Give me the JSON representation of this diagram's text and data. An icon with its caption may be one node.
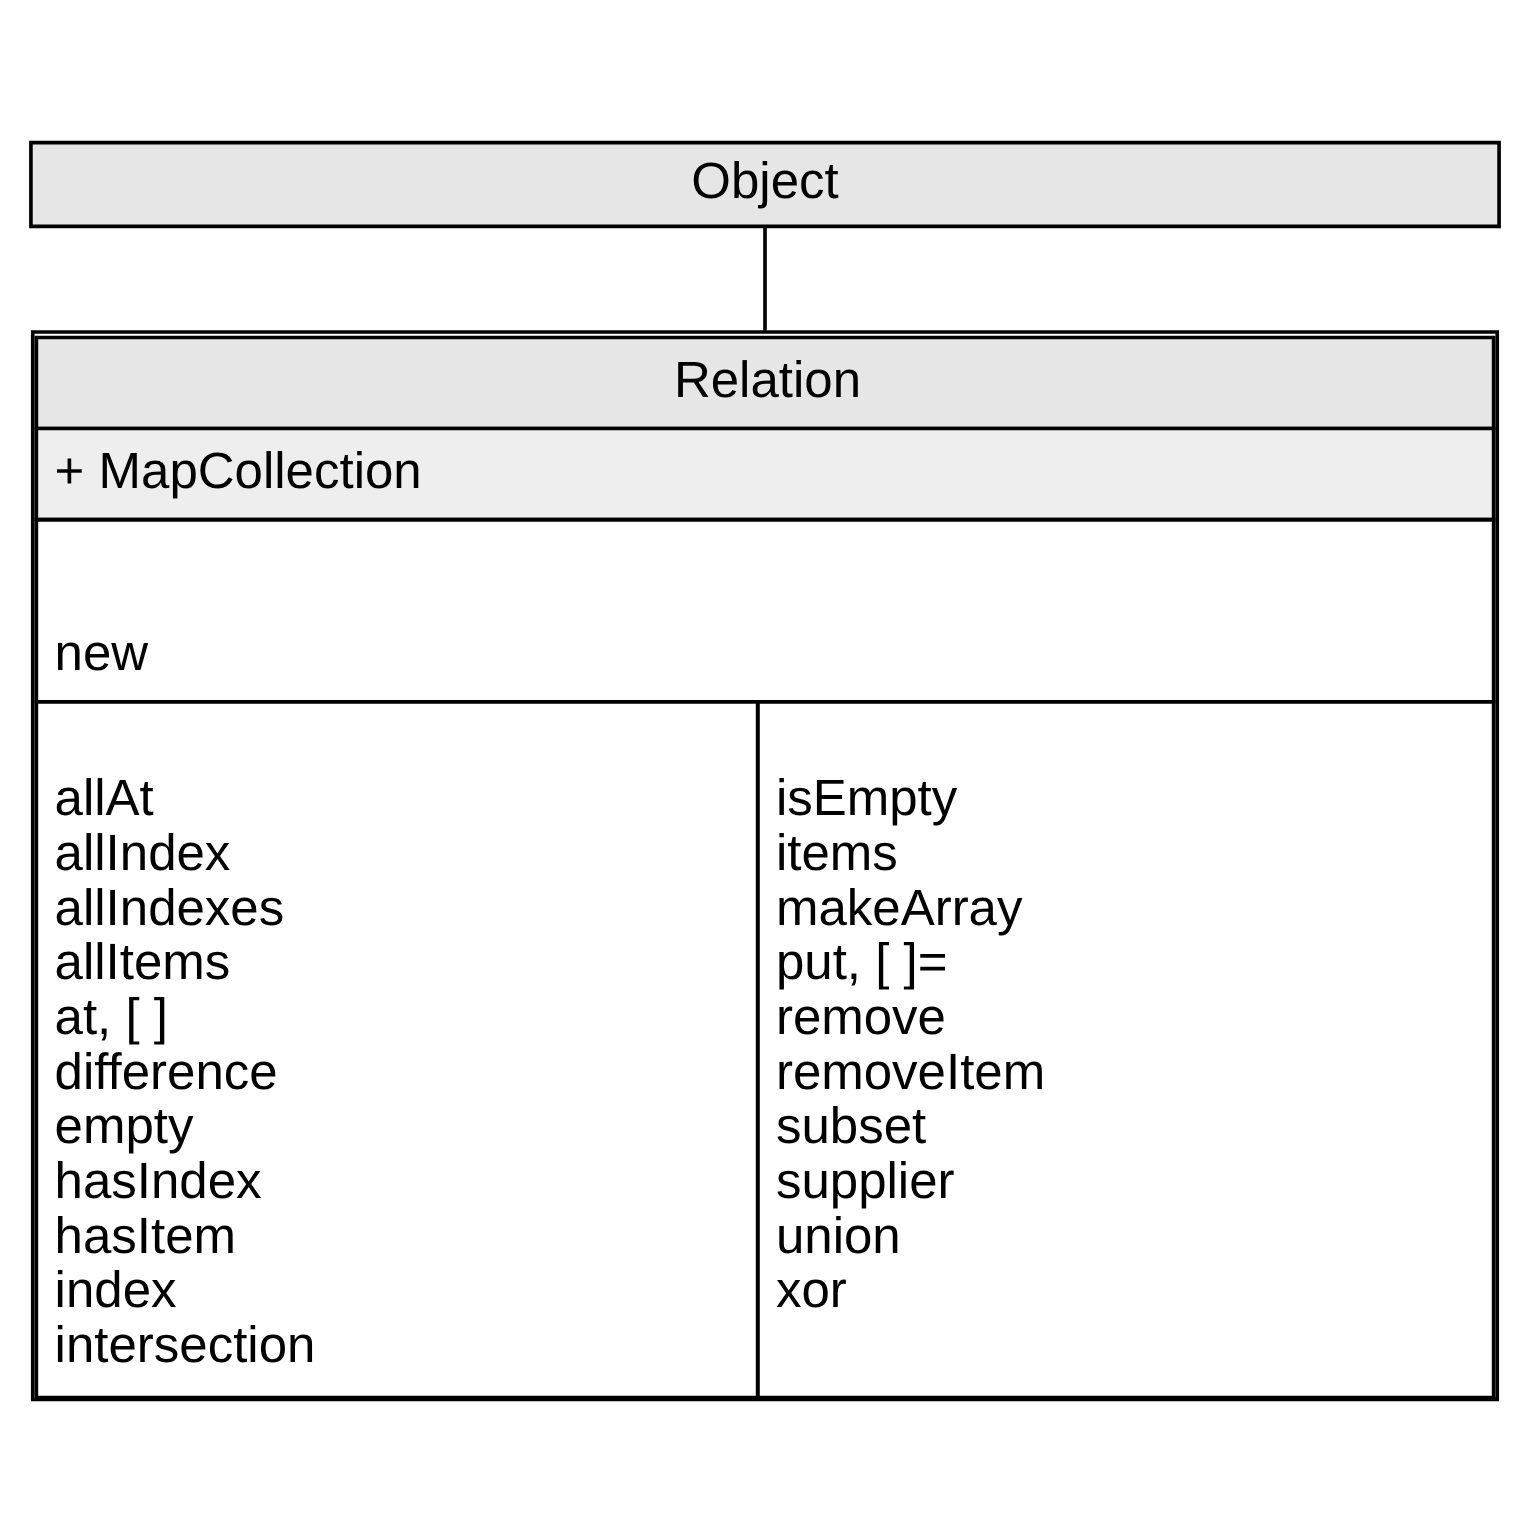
{
  "diagram": {
    "nodes": [
      {
        "text": [
          "Object"
        ]
      },
      {
        "text": [
          "Relation",
          "+ MapCollection",
          "new",
          "allAt",
          "allIndex",
          "allIndexes",
          "allItems",
          "at, [ ]",
          "difference",
          "empty",
          "hasIndex",
          "hasItem",
          "index",
          "intersection",
          "isEmpty",
          "items",
          "makeArray",
          "put, [ ]=",
          "remove",
          "removeItem",
          "subset",
          "supplier",
          "union",
          "xor"
        ]
      }
    ],
    "edges": [
      {
        "from": 0,
        "to": 1,
        "arrow": "none"
      }
    ]
  }
}
